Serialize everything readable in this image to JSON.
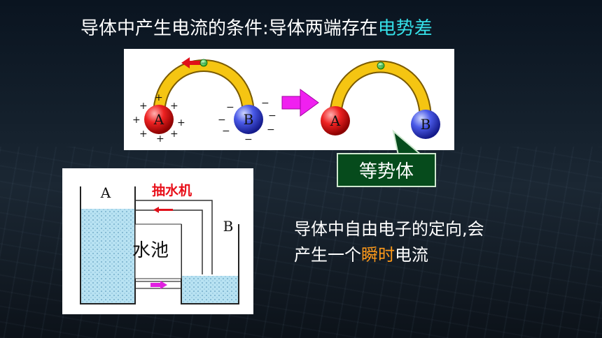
{
  "title": {
    "prefix": "导体中产生电流的条件:导体两端存在",
    "highlight": "电势差"
  },
  "diagram_top": {
    "left_sphere_a": "A",
    "left_sphere_b": "B",
    "right_sphere_a": "A",
    "right_sphere_b": "B",
    "plus_sign": "+",
    "minus_sign": "−",
    "electron_sign": "−"
  },
  "callout": {
    "label": "等势体"
  },
  "diagram_bottom": {
    "container_a_label": "A",
    "container_b_label": "B",
    "pump_label": "抽水机",
    "pool_label": "水池"
  },
  "explanation": {
    "line1": "导体中自由电子的定向,会",
    "line2_prefix": "产生一个",
    "line2_highlight": "瞬时",
    "line2_suffix": "电流"
  },
  "colors": {
    "title_highlight": "#35e0e8",
    "explanation_highlight": "#ff9a1a",
    "callout_bg": "#064b1c",
    "pump_label": "#e8101a"
  }
}
